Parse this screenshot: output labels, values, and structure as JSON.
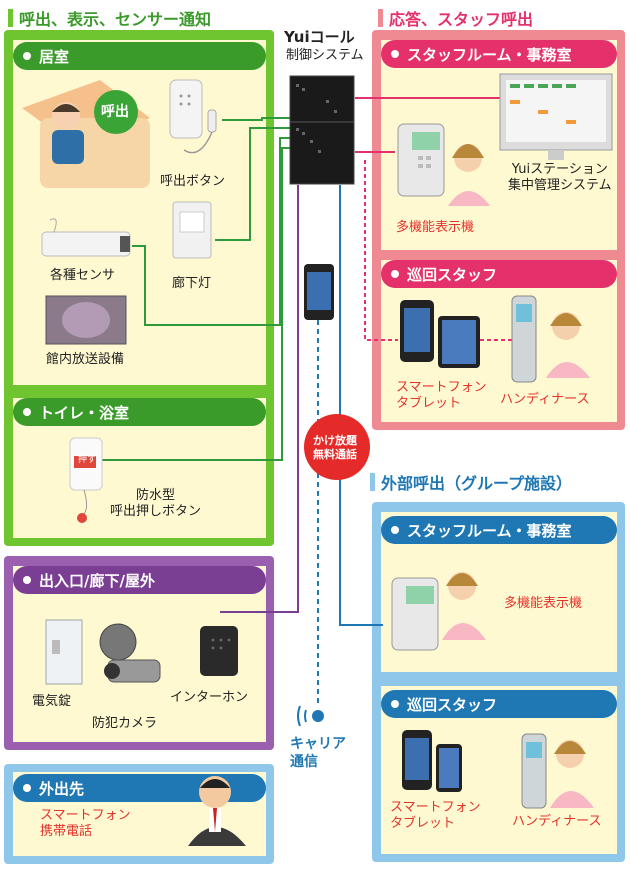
{
  "headers": {
    "left": "呼出、表示、センサー通知",
    "right": "応答、スタッフ呼出",
    "external": "外部呼出（グループ施設）"
  },
  "brand": {
    "logo": "Yuiコール",
    "subtitle": "制御システム"
  },
  "sections": {
    "room": "居室",
    "toilet": "トイレ・浴室",
    "entrance": "出入口/廊下/屋外",
    "outside": "外出先",
    "staff_room": "スタッフルーム・事務室",
    "patrol": "巡回スタッフ",
    "ext_staff_room": "スタッフルーム・事務室",
    "ext_patrol": "巡回スタッフ"
  },
  "labels": {
    "call_bubble": "呼出",
    "call_button": "呼出ボタン",
    "hall_light": "廊下灯",
    "sensors": "各種センサ",
    "pa": "館内放送設備",
    "wp_button_1": "防水型",
    "wp_button_2": "呼出押しボタン",
    "push": "押す",
    "lock": "電気錠",
    "camera": "防犯カメラ",
    "intercom": "インターホン",
    "outside_1": "スマートフォン",
    "outside_2": "携帯電話",
    "yui_station_1": "Yuiステーション",
    "yui_station_2": "集中管理システム",
    "multi_display": "多機能表示機",
    "smartphone_1": "スマートフォン",
    "smartphone_2": "タブレット",
    "handy": "ハンディナース",
    "unlimited_1": "かけ放題",
    "unlimited_2": "無料通話",
    "carrier_1": "キャリア",
    "carrier_2": "通信",
    "ext_multi_display": "多機能表示機",
    "ext_smartphone_1": "スマートフォン",
    "ext_smartphone_2": "タブレット",
    "ext_handy": "ハンディナース"
  },
  "colors": {
    "green": "#6ec52f",
    "green_dark": "#3a9b2a",
    "pink": "#f08a92",
    "pink_head": "#e5316b",
    "blue": "#8ec7ea",
    "blue_head": "#1f78b4",
    "purple": "#9b5fb0",
    "red_label": "#e4322b",
    "cream": "#fff9d2"
  }
}
